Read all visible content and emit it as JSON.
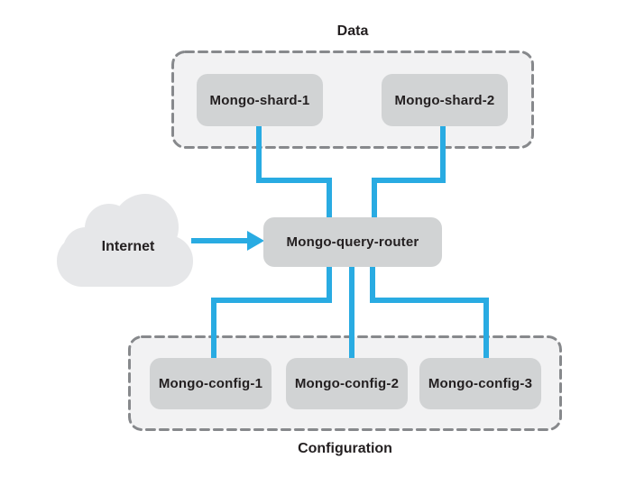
{
  "colors": {
    "connector_blue": "#29ABE2",
    "node_fill": "#D1D3D4",
    "group_fill": "#F2F2F3",
    "group_border": "#87898C",
    "cloud_fill": "#E6E7E9",
    "text": "#231F20"
  },
  "groups": {
    "data": {
      "label": "Data",
      "nodes": [
        {
          "label": "Mongo-shard-1"
        },
        {
          "label": "Mongo-shard-2"
        }
      ]
    },
    "configuration": {
      "label": "Configuration",
      "nodes": [
        {
          "label": "Mongo-config-1"
        },
        {
          "label": "Mongo-config-2"
        },
        {
          "label": "Mongo-config-3"
        }
      ]
    }
  },
  "router": {
    "label": "Mongo-query-router"
  },
  "internet": {
    "label": "Internet"
  }
}
